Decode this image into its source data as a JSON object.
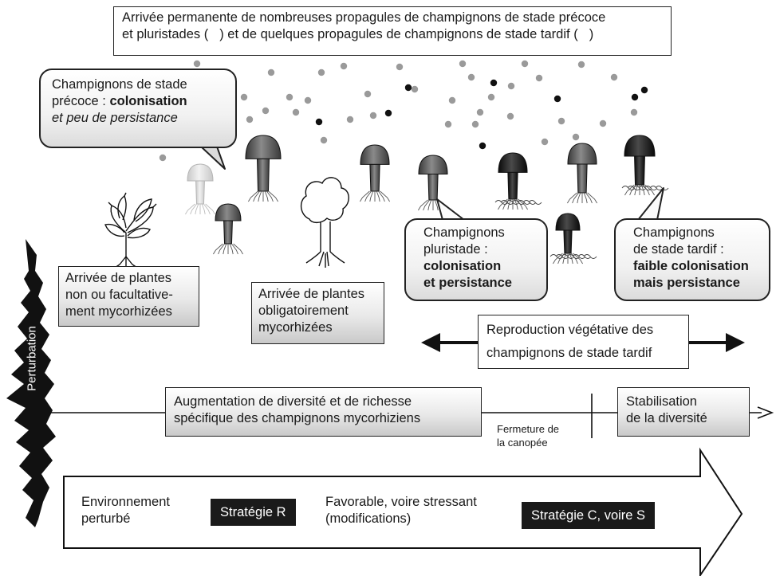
{
  "header": {
    "line1": "Arrivée permanente de nombreuses propagules de champignons de stade précoce",
    "line2a": "et pluristades (",
    "line2b": ") et de quelques propagules de champignons de stade tardif (",
    "line2c": ")"
  },
  "early_bubble": {
    "line1": "Champignons de stade",
    "line2a": "précoce : ",
    "line2b": "colonisation",
    "line3": "et peu de persistance"
  },
  "multi_bubble": {
    "line1": "Champignons",
    "line2": "pluristade :",
    "line3": "colonisation",
    "line4": "et persistance"
  },
  "late_bubble": {
    "line1": "Champignons",
    "line2": "de stade tardif :",
    "line3": "faible colonisation",
    "line4": "mais persistance"
  },
  "plants_non": {
    "line1": "Arrivée de plantes",
    "line2": "non ou facultative-",
    "line3": "ment mycorhizées"
  },
  "plants_obl": {
    "line1": "Arrivée de plantes",
    "line2": "obligatoirement",
    "line3": "mycorhizées"
  },
  "vegetative": {
    "line1": "Reproduction végétative des",
    "line2": "champignons de stade tardif"
  },
  "diversity": {
    "line1": "Augmentation de diversité et de richesse",
    "line2": "spécifique des champignons mycorhiziens"
  },
  "canopy": {
    "line1": "Fermeture de",
    "line2": "la canopée"
  },
  "stabilisation": {
    "line1": "Stabilisation",
    "line2": "de la diversité"
  },
  "perturbation": "Perturbation",
  "bottom": {
    "env_line1": "Environnement",
    "env_line2": "perturbé",
    "strategy_r": "Stratégie R",
    "fav_line1": "Favorable, voire stressant",
    "fav_line2": "(modifications)",
    "strategy_cs": "Stratégie C, voire S"
  },
  "colors": {
    "early_spore": "#9a9a9a",
    "late_spore": "#111111",
    "pale_mushroom": "#d8d8d8",
    "mid_mushroom": "#5a5a5a",
    "late_mushroom": "#161616"
  }
}
